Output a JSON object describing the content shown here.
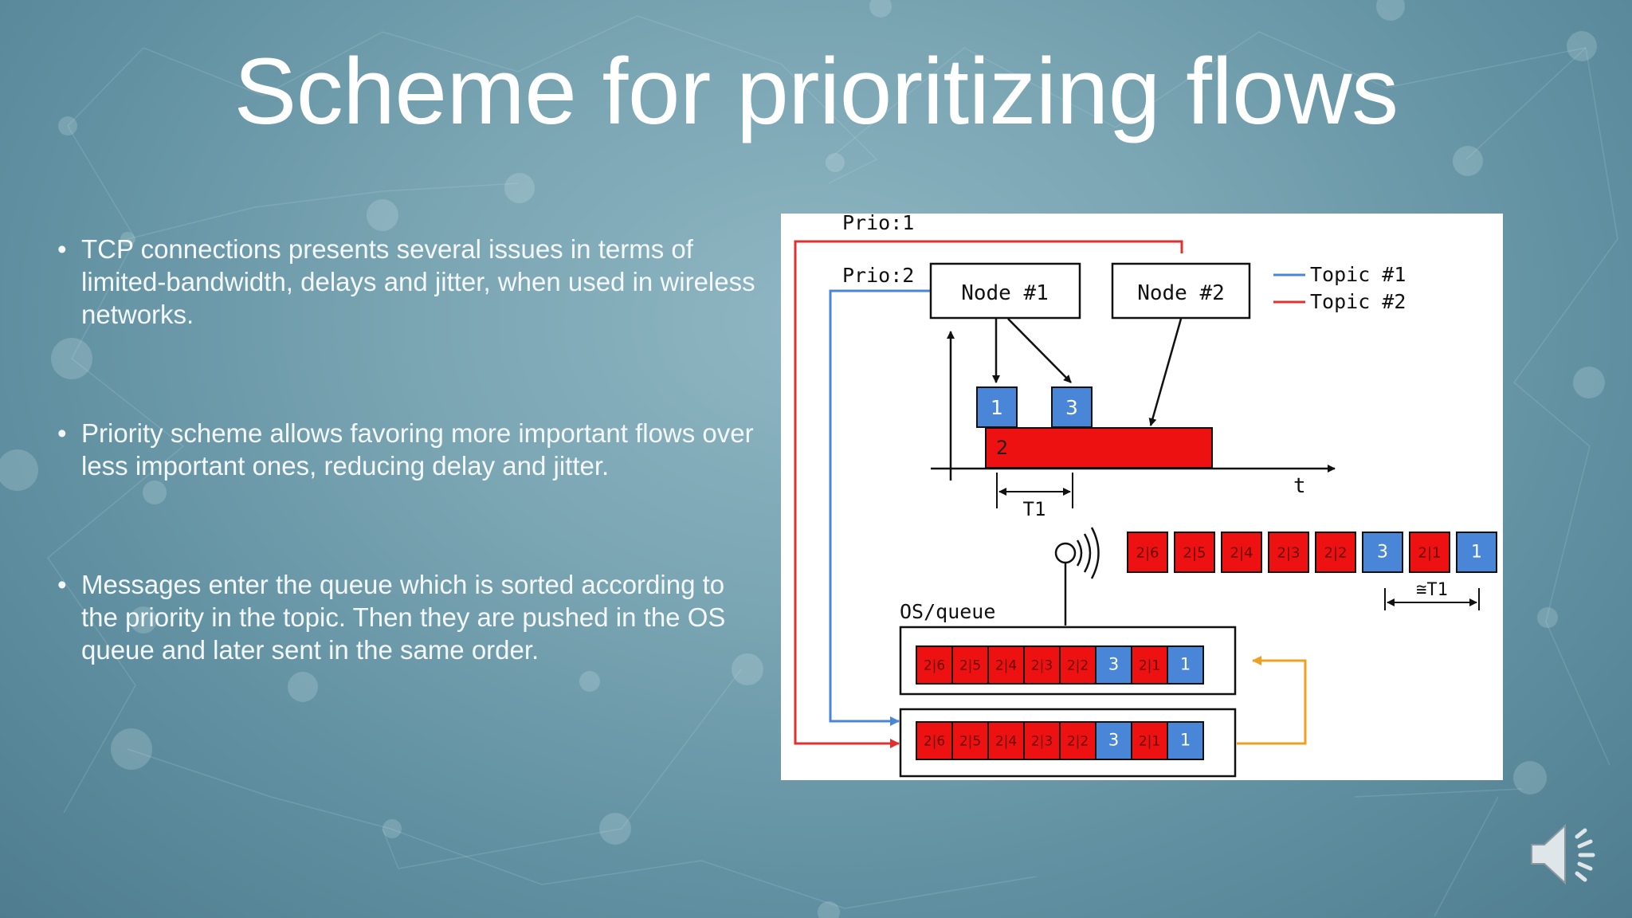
{
  "slide": {
    "title": "Scheme for prioritizing flows",
    "bullets": [
      "TCP connections presents several issues in terms of limited-bandwidth, delays and jitter, when used in wireless networks.",
      "Priority scheme allows favoring more important flows over less important ones, reducing delay and jitter.",
      "Messages enter the queue which is sorted according to the priority in the topic. Then they are pushed in the OS queue and later sent in the same order."
    ],
    "bullet_symbol": "•"
  },
  "figure": {
    "prio1_label": "Prio:1",
    "prio2_label": "Prio:2",
    "node1_label": "Node #1",
    "node2_label": "Node #2",
    "legend": [
      {
        "label": "Topic #1",
        "color": "#4a86d8"
      },
      {
        "label": "Topic #2",
        "color": "#e03030"
      }
    ],
    "timeline": {
      "blue_msgs": [
        "1",
        "3"
      ],
      "red_msg": "2",
      "t_label": "t",
      "t1_label": "T1"
    },
    "transmit_sequence": [
      "2|6",
      "2|5",
      "2|4",
      "2|3",
      "2|2",
      "3",
      "2|1",
      "1"
    ],
    "transmit_t1_label": "≅T1",
    "os_queue_label": "OS/queue",
    "os_queue_row": [
      "2|6",
      "2|5",
      "2|4",
      "2|3",
      "2|2",
      "3",
      "2|1",
      "1"
    ],
    "app_queue_row": [
      "2|6",
      "2|5",
      "2|4",
      "2|3",
      "2|2",
      "3",
      "2|1",
      "1"
    ],
    "colors": {
      "red": "#ee1111",
      "blue": "#4a86d8",
      "orange": "#f0a020"
    }
  },
  "audio_icon": "speaker-icon"
}
